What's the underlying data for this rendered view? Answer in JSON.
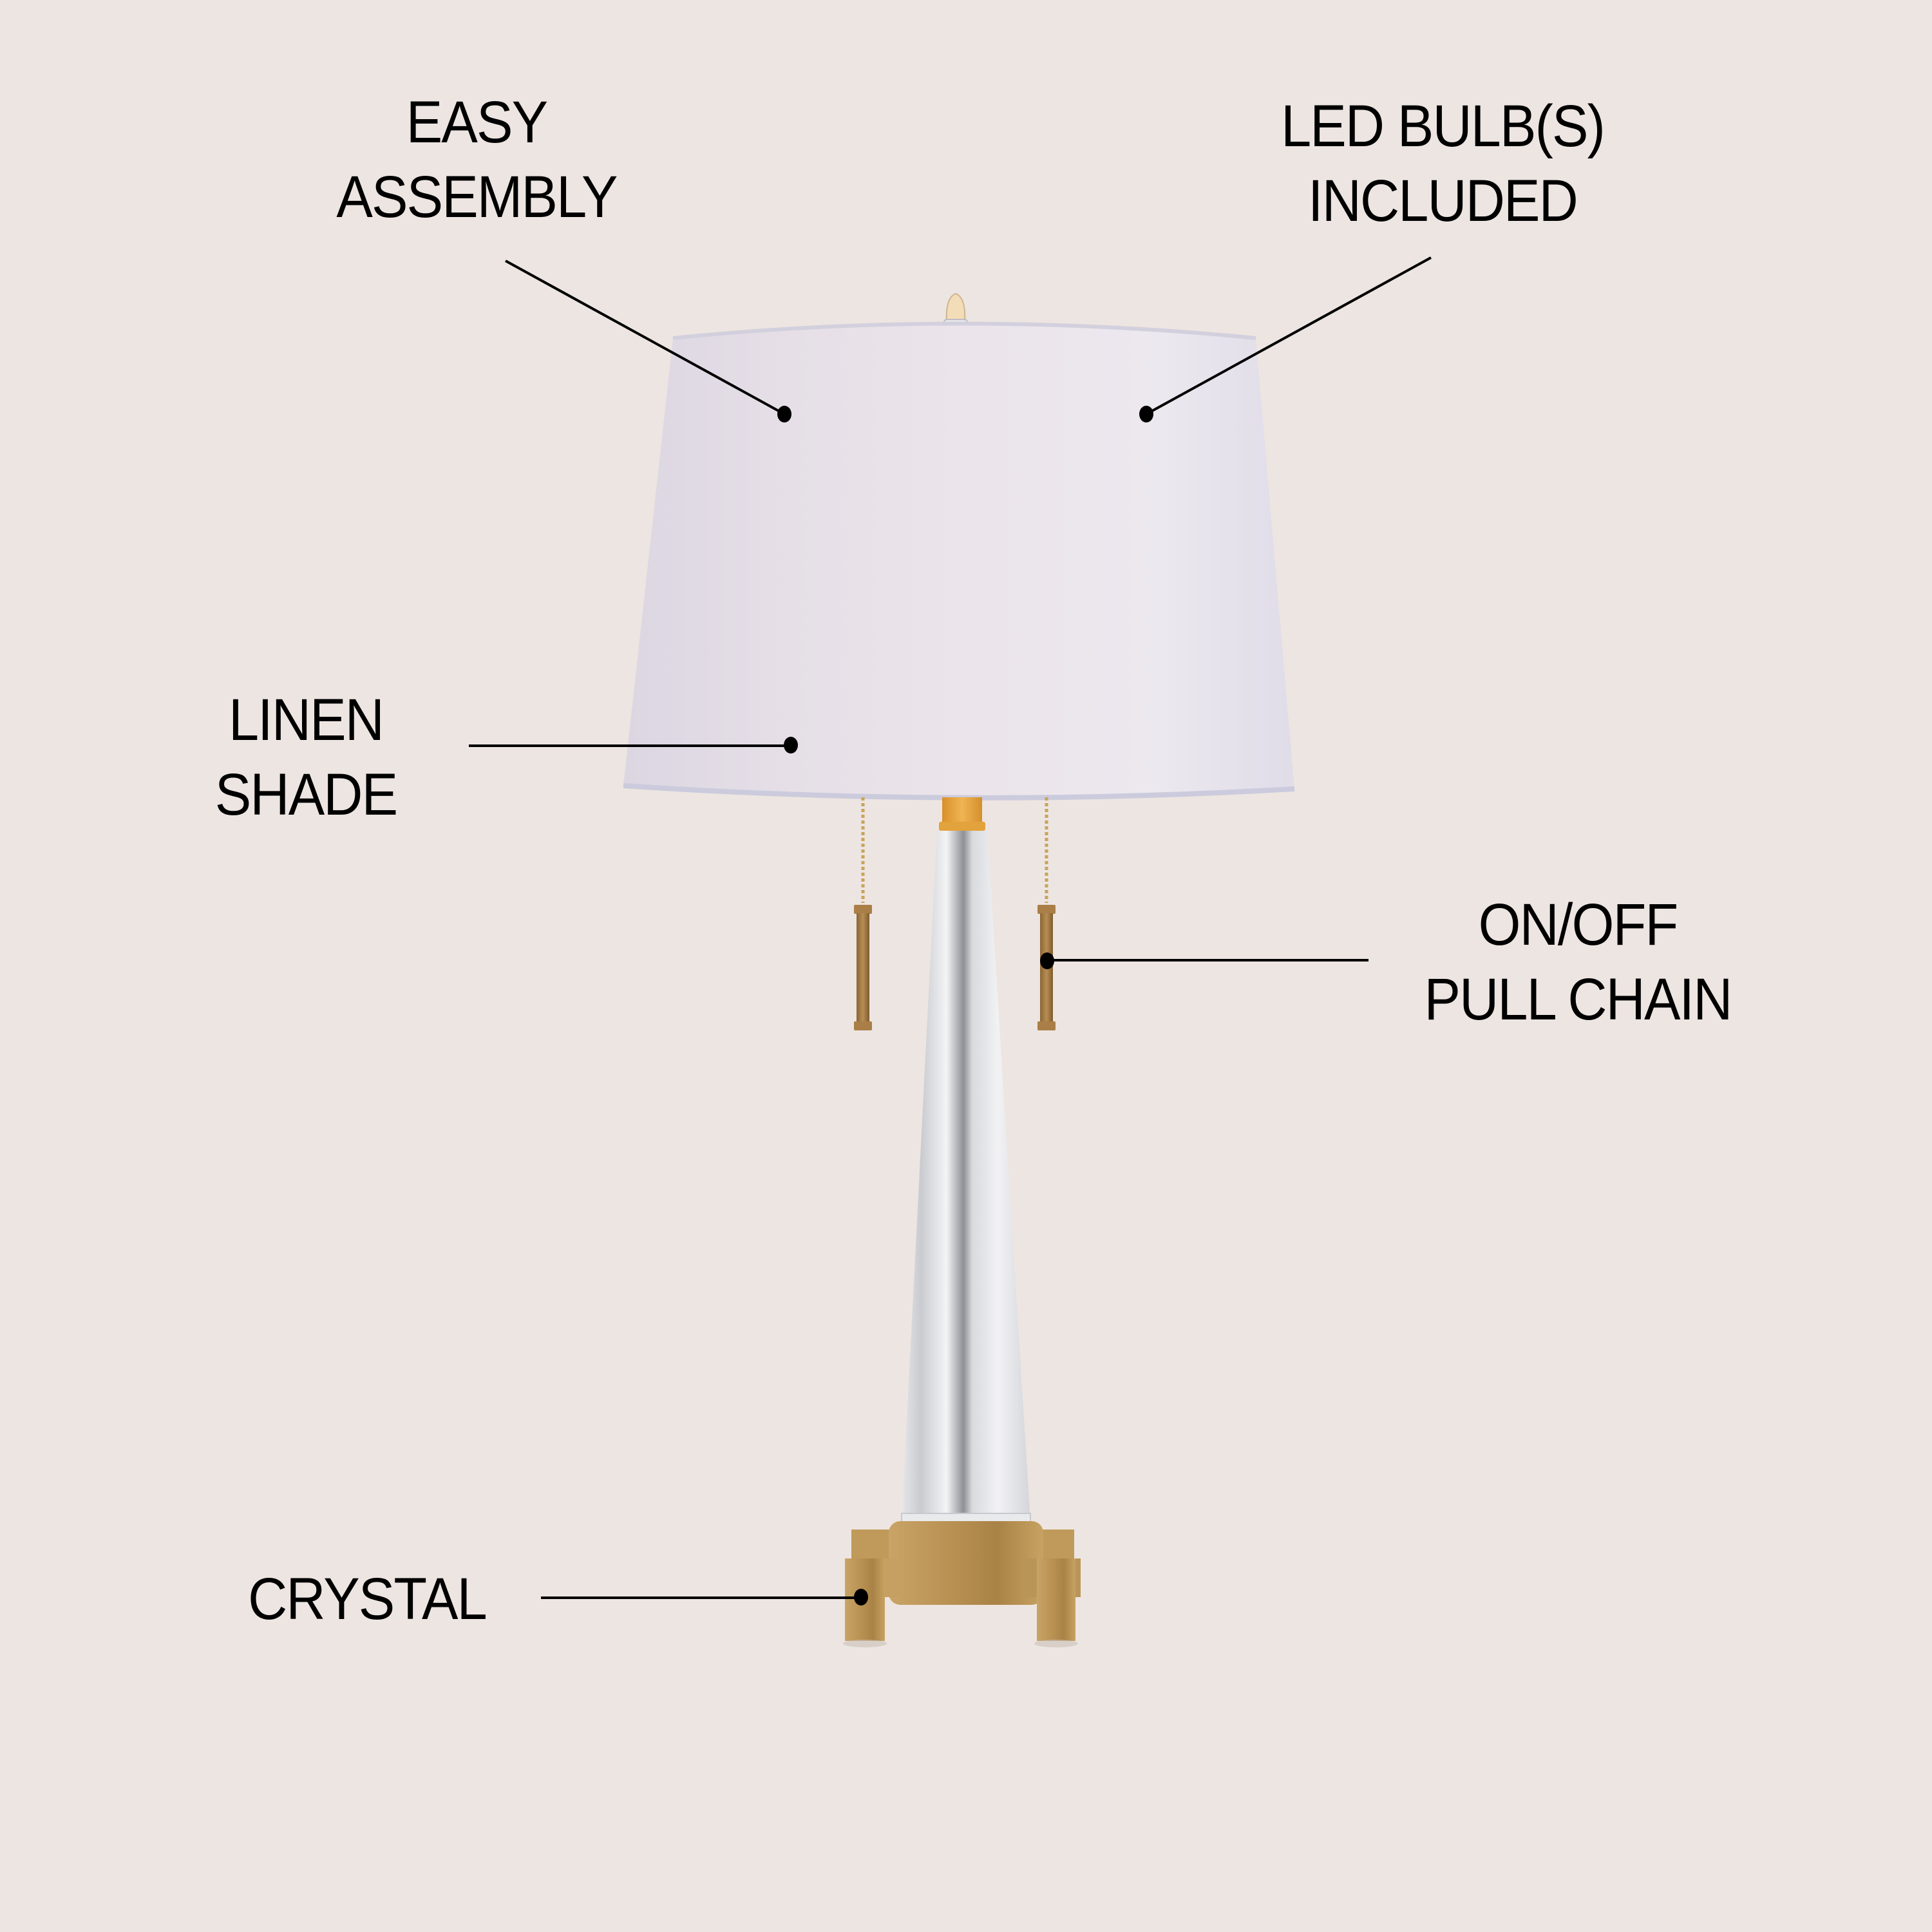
{
  "colors": {
    "background": "#EDE5E1",
    "shade": "#E8E3EC",
    "brass": "#B8914E",
    "gold_neck": "#E2A23C",
    "crystal": "#DADCE0",
    "callout_line": "#000000"
  },
  "callouts": [
    {
      "id": "easy-assembly",
      "lines": [
        "EASY",
        "ASSEMBLY"
      ]
    },
    {
      "id": "led-bulbs",
      "lines": [
        "LED BULB(S)",
        "INCLUDED"
      ]
    },
    {
      "id": "linen-shade",
      "lines": [
        "LINEN",
        "SHADE"
      ]
    },
    {
      "id": "pull-chain",
      "lines": [
        "ON/OFF",
        "PULL CHAIN"
      ]
    },
    {
      "id": "crystal",
      "lines": [
        "CRYSTAL"
      ]
    }
  ]
}
